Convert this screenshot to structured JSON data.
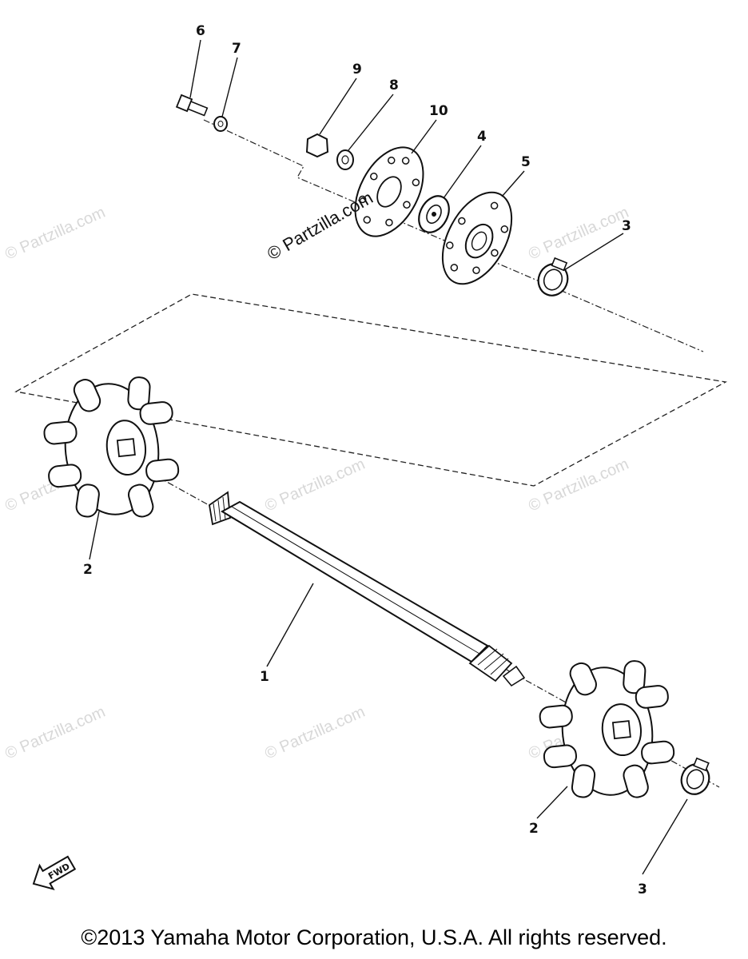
{
  "watermarks": {
    "center": "© Partzilla.com",
    "tile": "© Partzilla.com"
  },
  "callouts": [
    "6",
    "7",
    "9",
    "8",
    "10",
    "4",
    "5",
    "3",
    "2",
    "1",
    "2",
    "3"
  ],
  "fwd_label": "FWD",
  "copyright": "©2013 Yamaha Motor Corporation, U.S.A. All rights reserved."
}
